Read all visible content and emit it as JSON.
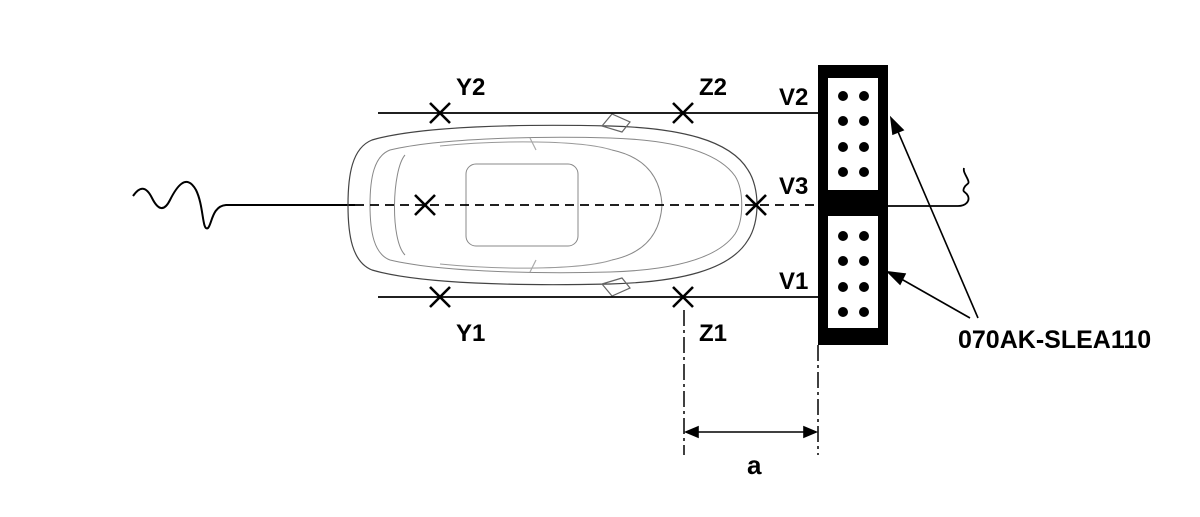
{
  "labels": {
    "y2": "Y2",
    "z2": "Z2",
    "v2": "V2",
    "v3": "V3",
    "v1": "V1",
    "y1": "Y1",
    "z1": "Z1",
    "part_number": "070AK-SLEA110",
    "dimension": "a"
  }
}
